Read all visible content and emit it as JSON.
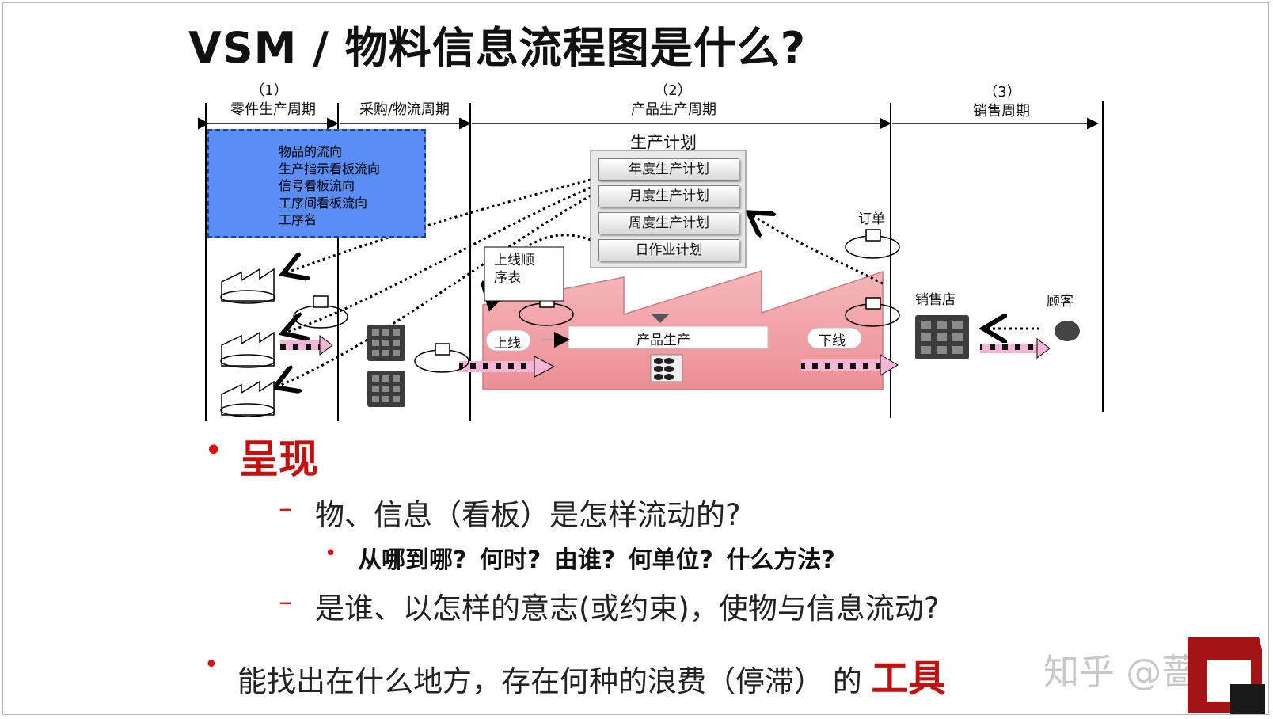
{
  "title": "VSM / 物料信息流程图是什么?",
  "phases": [
    {
      "num": "（1）",
      "name": "零件生产周期"
    },
    {
      "num": "",
      "name": "采购/物流周期"
    },
    {
      "num": "（2）",
      "name": "产品生产周期"
    },
    {
      "num": "（3）",
      "name": "销售周期"
    }
  ],
  "legend": [
    "物品的流向",
    "生产指示看板流向",
    "信号看板流向",
    "工序间看板流向",
    "工序名"
  ],
  "plan": {
    "title": "生产计划",
    "items": [
      "年度生产计划",
      "月度生产计划",
      "周度生产计划",
      "日作业计划"
    ]
  },
  "labels": {
    "sequence": "上线顺\n序表",
    "online": "上线",
    "production": "产品生产",
    "offline": "下线",
    "order": "订单",
    "store": "销售店",
    "customer": "顾客"
  },
  "bullets": {
    "heading": "呈现",
    "line1": "物、信息（看板）是怎样流动的?",
    "line2": "从哪到哪?  何时?  由谁?  何单位?  什么方法?",
    "line3": "是谁、以怎样的意志(或约束)，使物与信息流动?",
    "line4_prefix": "能找出在什么地方，存在何种的浪费（停滞） 的",
    "line4_tool": "工具",
    "dash": "–",
    "dot": "•"
  },
  "watermark": "知乎 @蔷石",
  "colors": {
    "legend_bg": "#5a8df5",
    "factory_pink": "#f3a3a8",
    "accent_red": "#c50f0f"
  }
}
